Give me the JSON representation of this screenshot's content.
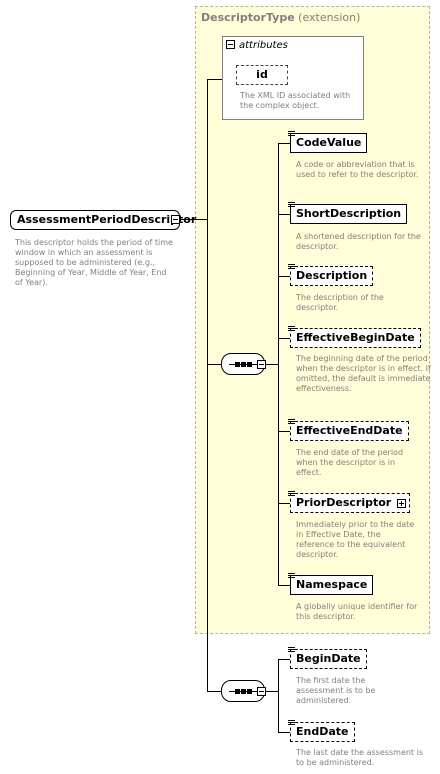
{
  "extension": {
    "type_name": "DescriptorType",
    "suffix": "(extension)"
  },
  "attributes": {
    "heading": "attributes",
    "items": [
      {
        "name": "id",
        "description": "The XML ID associated with the complex object."
      }
    ]
  },
  "root": {
    "name": "AssessmentPeriodDescriptor",
    "description": "This descriptor holds the period of time window in which an assessment is supposed to be administered (e.g., Beginning of Year, Middle of Year, End of Year)."
  },
  "inherited_elements": [
    {
      "name": "CodeValue",
      "description": "A code or abbreviation that is used to refer to the descriptor."
    },
    {
      "name": "ShortDescription",
      "description": "A shortened description for the descriptor."
    },
    {
      "name": "Description",
      "description": "The description of the descriptor."
    },
    {
      "name": "EffectiveBeginDate",
      "description": "The beginning date of the period when the descriptor is in effect. If omitted, the default is immediate effectiveness."
    },
    {
      "name": "EffectiveEndDate",
      "description": "The end date of the period when the descriptor is in effect."
    },
    {
      "name": "PriorDescriptor",
      "description": "Immediately prior to the date in Effective Date, the reference to the equivalent descriptor."
    },
    {
      "name": "Namespace",
      "description": "A globally unique identifier for this descriptor."
    }
  ],
  "own_elements": [
    {
      "name": "BeginDate",
      "description": "The first date the assessment is to be administered."
    },
    {
      "name": "EndDate",
      "description": "The last date the assessment is to be administered."
    }
  ]
}
